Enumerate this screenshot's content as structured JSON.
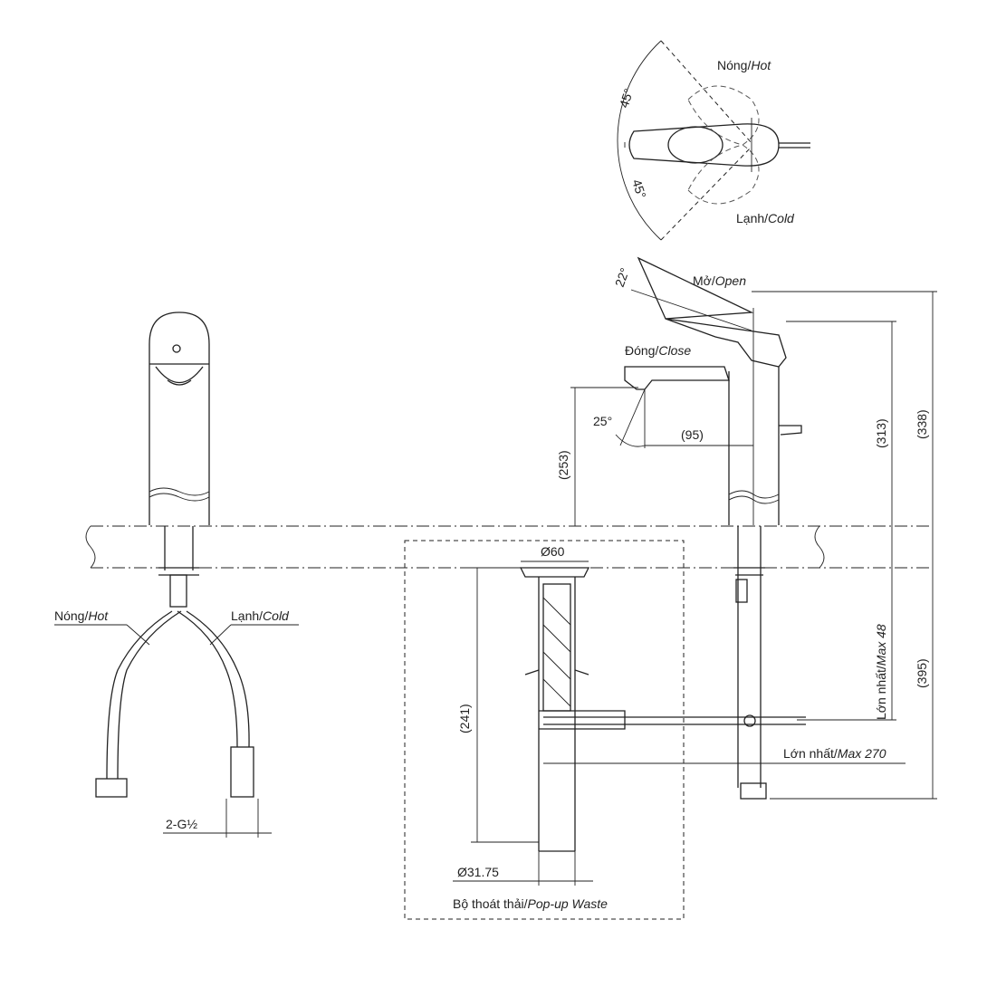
{
  "top_view": {
    "hot": {
      "vi": "Nóng/",
      "en": "Hot"
    },
    "cold": {
      "vi": "Lạnh/",
      "en": "Cold"
    },
    "angle_hot": "45°",
    "angle_cold": "45°"
  },
  "side_view": {
    "open_angle": "22°",
    "open": {
      "vi": "Mở/",
      "en": "Open"
    },
    "close": {
      "vi": "Đóng/",
      "en": "Close"
    },
    "spout_angle": "25°",
    "reach": "(95)",
    "spout_height": "(253)",
    "body_height": "(313)",
    "open_height": "(338)",
    "below_height": "(395)",
    "max48": {
      "vi": "Lớn nhất/",
      "en": "Max 48"
    },
    "max270": {
      "vi": "Lớn nhất/",
      "en": "Max 270"
    }
  },
  "front_view": {
    "hot": {
      "vi": "Nóng/",
      "en": "Hot"
    },
    "cold": {
      "vi": "Lạnh/",
      "en": "Cold"
    },
    "thread": "2-G½"
  },
  "popup": {
    "top_dia": "Ø60",
    "height": "(241)",
    "pipe_dia": "Ø31.75",
    "label": {
      "vi": "Bộ thoát thải/",
      "en": "Pop-up Waste"
    }
  }
}
